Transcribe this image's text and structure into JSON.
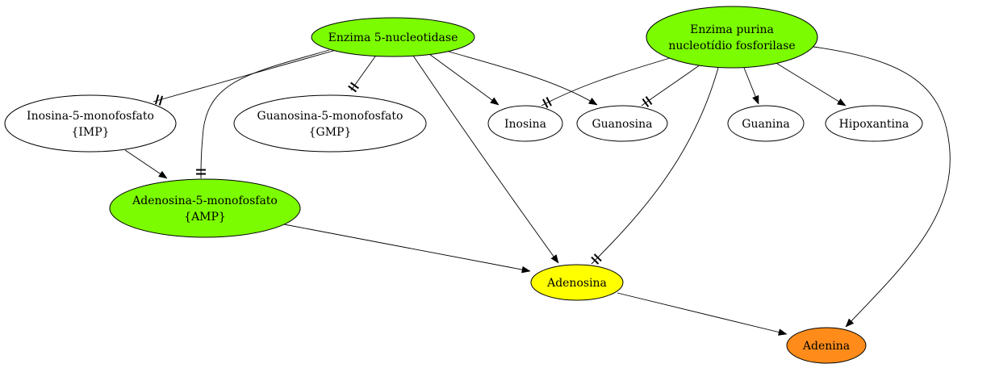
{
  "diagram": {
    "nodes": [
      {
        "id": "enz5n",
        "lines": [
          "Enzima 5-nucleotidase"
        ],
        "fill": "#7CFC00"
      },
      {
        "id": "enzpnp",
        "lines": [
          "Enzima purina",
          "nucleotídio fosforilase"
        ],
        "fill": "#7CFC00"
      },
      {
        "id": "imp",
        "lines": [
          "Inosina-5-monofosfato",
          "{IMP}"
        ],
        "fill": "#ffffff"
      },
      {
        "id": "gmp",
        "lines": [
          "Guanosina-5-monofosfato",
          "{GMP}"
        ],
        "fill": "#ffffff"
      },
      {
        "id": "inosina",
        "lines": [
          "Inosina"
        ],
        "fill": "#ffffff"
      },
      {
        "id": "guanosina",
        "lines": [
          "Guanosina"
        ],
        "fill": "#ffffff"
      },
      {
        "id": "guanina",
        "lines": [
          "Guanina"
        ],
        "fill": "#ffffff"
      },
      {
        "id": "hipox",
        "lines": [
          "Hipoxantina"
        ],
        "fill": "#ffffff"
      },
      {
        "id": "amp",
        "lines": [
          "Adenosina-5-monofosfato",
          "{AMP}"
        ],
        "fill": "#7CFC00"
      },
      {
        "id": "adenosina",
        "lines": [
          "Adenosina"
        ],
        "fill": "#FFFF00"
      },
      {
        "id": "adenina",
        "lines": [
          "Adenina"
        ],
        "fill": "#FF8C1A"
      }
    ],
    "edges": [
      {
        "from": "enz5n",
        "to": "imp",
        "type": "inhibit"
      },
      {
        "from": "enz5n",
        "to": "gmp",
        "type": "inhibit"
      },
      {
        "from": "enz5n",
        "to": "amp",
        "type": "inhibit"
      },
      {
        "from": "enz5n",
        "to": "inosina",
        "type": "activate"
      },
      {
        "from": "enz5n",
        "to": "guanosina",
        "type": "activate"
      },
      {
        "from": "enz5n",
        "to": "adenosina",
        "type": "activate"
      },
      {
        "from": "enzpnp",
        "to": "inosina",
        "type": "inhibit"
      },
      {
        "from": "enzpnp",
        "to": "guanosina",
        "type": "inhibit"
      },
      {
        "from": "enzpnp",
        "to": "guanina",
        "type": "activate"
      },
      {
        "from": "enzpnp",
        "to": "hipox",
        "type": "activate"
      },
      {
        "from": "enzpnp",
        "to": "adenosina",
        "type": "inhibit"
      },
      {
        "from": "enzpnp",
        "to": "adenina",
        "type": "activate"
      },
      {
        "from": "imp",
        "to": "amp",
        "type": "activate"
      },
      {
        "from": "amp",
        "to": "adenosina",
        "type": "activate"
      },
      {
        "from": "adenosina",
        "to": "adenina",
        "type": "activate"
      }
    ]
  }
}
